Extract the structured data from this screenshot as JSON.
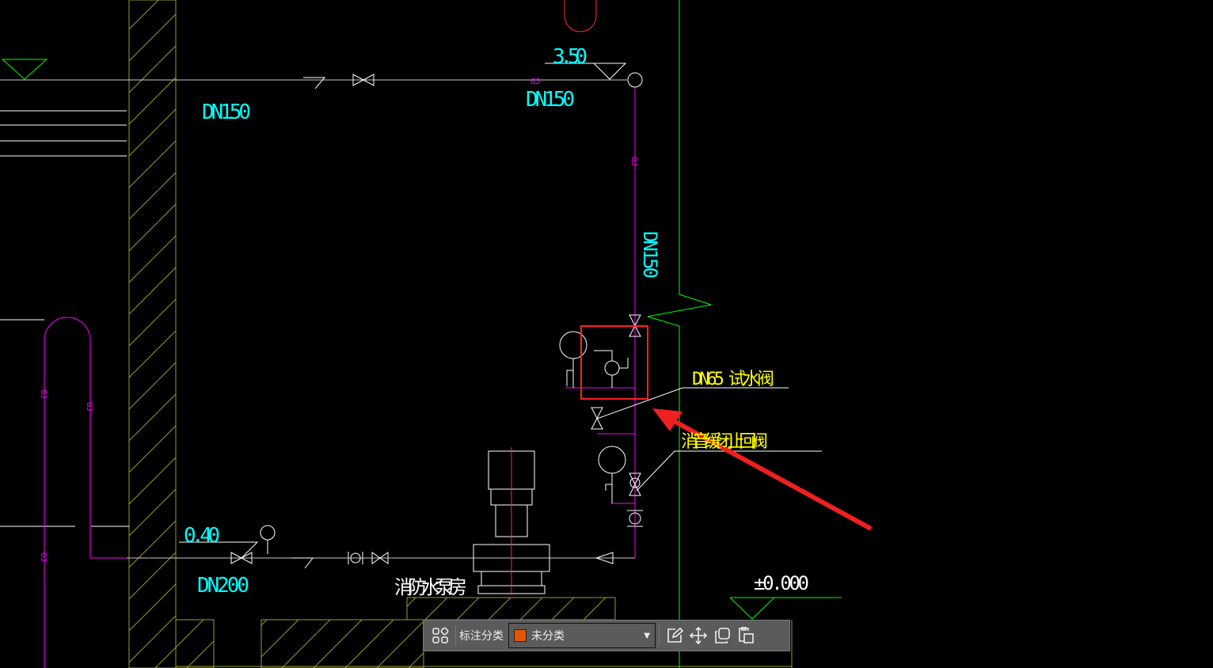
{
  "drawing": {
    "elevation_top": "3.50",
    "pipe_top_left": "DN150",
    "pipe_top_right": "DN150",
    "pipe_vertical": "DN150",
    "gj_label": "GJ",
    "test_valve_label": "DN65 试水阀",
    "check_valve_label": "消音缓闭止回阀",
    "elevation_bottom": "0.40",
    "pipe_bottom": "DN200",
    "room_label": "消防水泵房",
    "floor_elevation": "±0.000"
  },
  "toolbar": {
    "category_label": "标注分类",
    "selected_category": "未分类",
    "selected_color": "#e55400"
  },
  "colors": {
    "pipe": "#ff00ff",
    "annotation": "#00ffff",
    "label": "#ffff00",
    "wall": "#9a9a28",
    "grid": "#00ff00",
    "highlight": "#ff2020"
  }
}
